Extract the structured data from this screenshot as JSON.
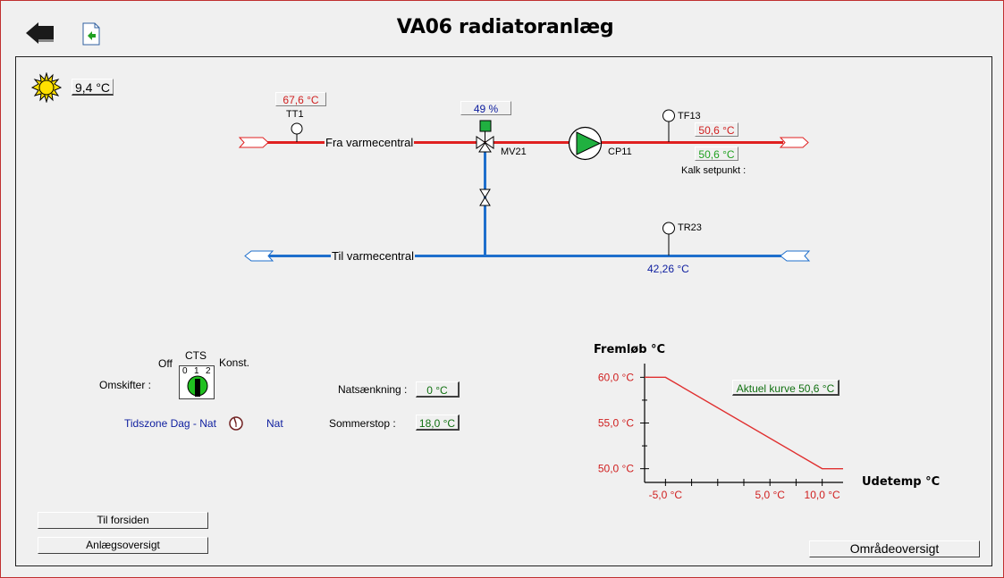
{
  "header": {
    "title": "VA06 radiatoranlæg"
  },
  "outdoor": {
    "temp": "9,4 °C"
  },
  "sensors": {
    "tt1": {
      "name": "TT1",
      "value": "67,6 °C"
    },
    "tf13": {
      "name": "TF13",
      "value": "50,6 °C",
      "setpoint": "50,6 °C",
      "setpoint_label": "Kalk setpunkt :"
    },
    "tr23": {
      "name": "TR23",
      "value": "42,26 °C"
    }
  },
  "valve": {
    "name": "MV21",
    "position": "49 %"
  },
  "pump": {
    "name": "CP11"
  },
  "pipes": {
    "supply_label": "Fra varmecentral",
    "return_label": "Til varmecentral"
  },
  "switch": {
    "title": "CTS",
    "off": "Off",
    "konst": "Konst.",
    "label": "Omskifter :",
    "ticks": [
      "0",
      "1",
      "2"
    ]
  },
  "tidszone": {
    "label": "Tidszone Dag - Nat",
    "state": "Nat"
  },
  "settings": {
    "natsaenkning_label": "Natsænkning :",
    "natsaenkning_value": "0 °C",
    "sommerstop_label": "Sommerstop :",
    "sommerstop_value": "18,0 °C"
  },
  "nav": {
    "til_forsiden": "Til forsiden",
    "anlaegsoversigt": "Anlægsoversigt",
    "omraadeoversigt": "Områdeoversigt"
  },
  "chart_data": {
    "type": "line",
    "ylabel": "Fremløb °C",
    "xlabel": "Udetemp °C",
    "y_ticks": [
      "60,0 °C",
      "55,0 °C",
      "50,0 °C"
    ],
    "x_ticks": [
      "-5,0 °C",
      "5,0 °C",
      "10,0 °C"
    ],
    "series": [
      {
        "x": [
          -7,
          -5,
          10,
          12
        ],
        "y": [
          60,
          60,
          50,
          50
        ]
      }
    ],
    "xlim": [
      -7,
      12
    ],
    "ylim": [
      48.5,
      61.5
    ],
    "annotation": "Aktuel kurve 50,6 °C",
    "line_color": "#e03030"
  }
}
